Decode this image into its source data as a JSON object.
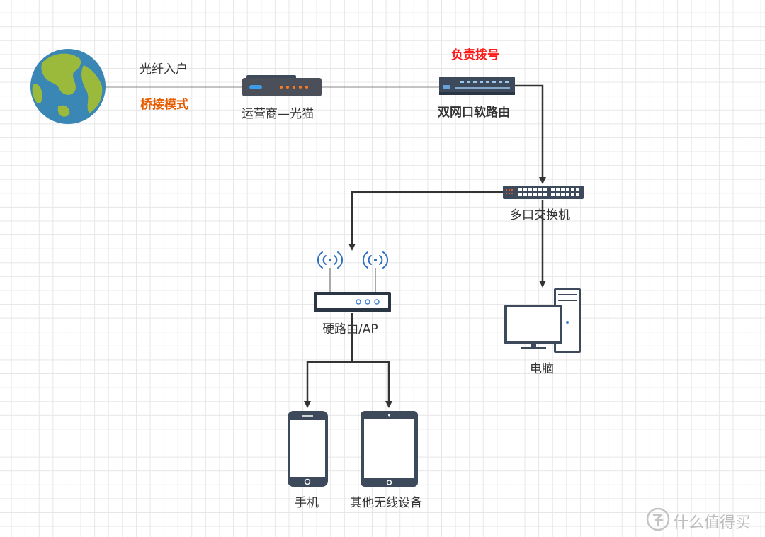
{
  "labels": {
    "fiber_in": "光纤入户",
    "bridge_mode": "桥接模式",
    "isp_modem": "运营商—光猫",
    "dialing": "负责拨号",
    "soft_router": "双网口软路由",
    "switch": "多口交换机",
    "hard_router": "硬路由/AP",
    "pc": "电脑",
    "phone": "手机",
    "other_wireless": "其他无线设备"
  },
  "watermark": {
    "text": "什么值得买",
    "logo": "zhi-logo-icon"
  },
  "colors": {
    "orange_label": "#e65c00",
    "red_label": "#ff1a1a",
    "connector": "#333333",
    "device_dark": "#3d4a5c",
    "globe_ocean": "#3a86b5",
    "globe_land": "#9bb93a"
  }
}
